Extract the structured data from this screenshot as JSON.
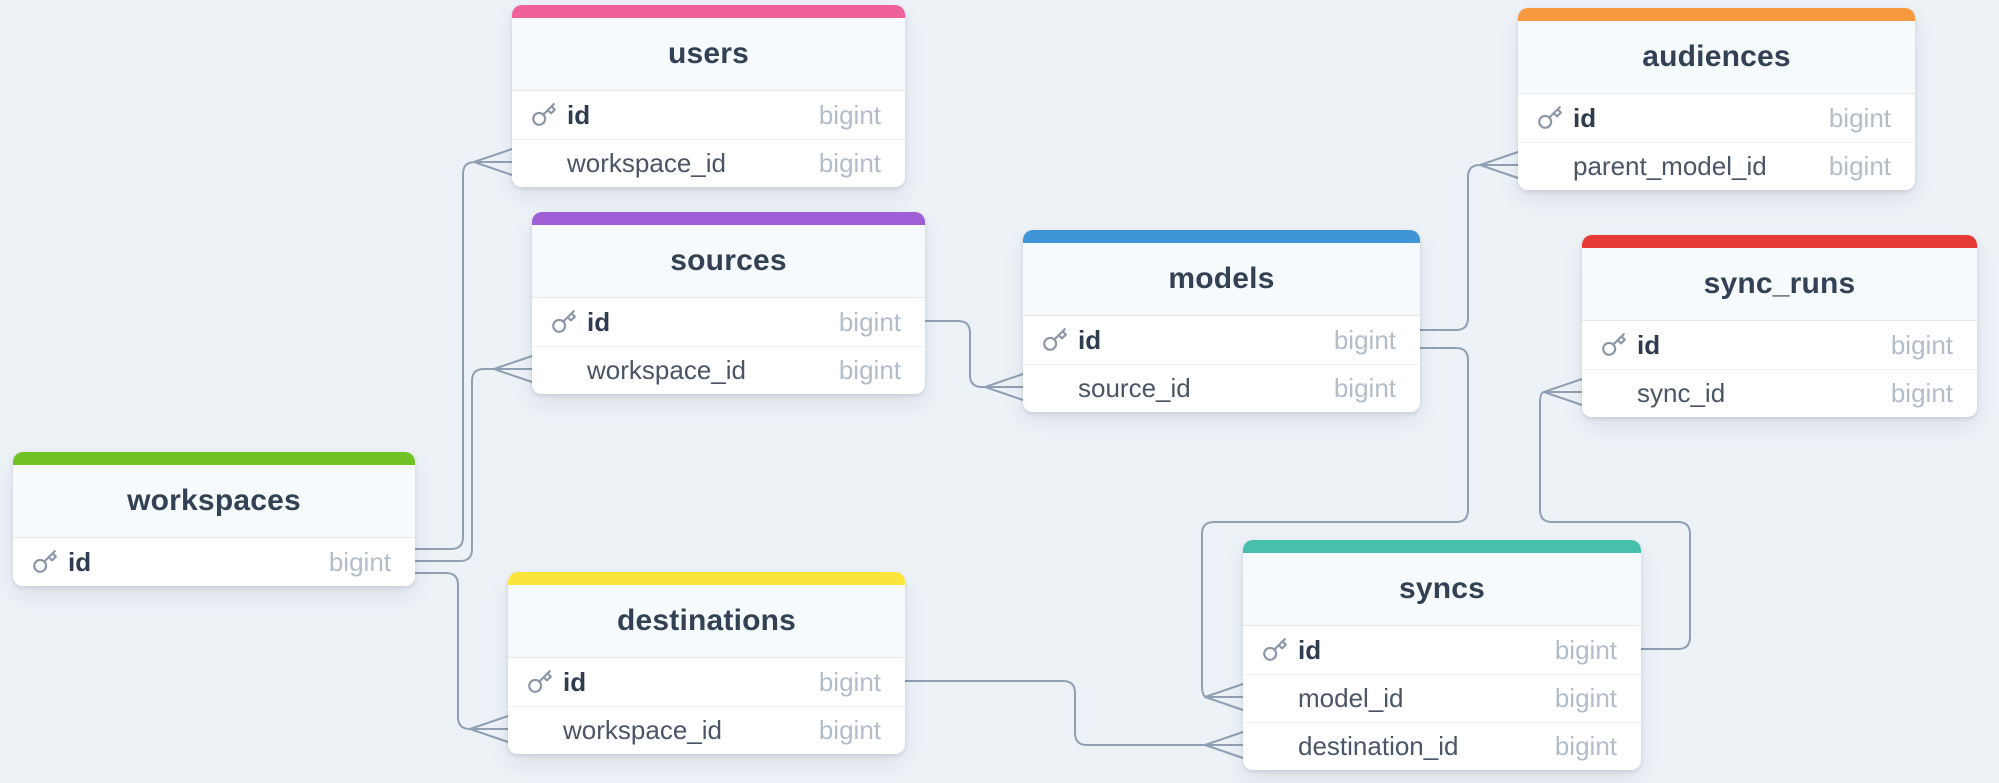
{
  "diagram": {
    "kind": "entity-relationship-diagram",
    "background_color": "#edf2f7",
    "edge_color": "#90a0b4",
    "column_type_label": "bigint"
  },
  "tables": [
    {
      "key": "users",
      "title": "users",
      "accent_color": "#f0619a",
      "columns": [
        {
          "name": "id",
          "type": "bigint",
          "primary_key": true
        },
        {
          "name": "workspace_id",
          "type": "bigint",
          "primary_key": false
        }
      ]
    },
    {
      "key": "sources",
      "title": "sources",
      "accent_color": "#9d5ed6",
      "columns": [
        {
          "name": "id",
          "type": "bigint",
          "primary_key": true
        },
        {
          "name": "workspace_id",
          "type": "bigint",
          "primary_key": false
        }
      ]
    },
    {
      "key": "models",
      "title": "models",
      "accent_color": "#3e96d6",
      "columns": [
        {
          "name": "id",
          "type": "bigint",
          "primary_key": true
        },
        {
          "name": "source_id",
          "type": "bigint",
          "primary_key": false
        }
      ]
    },
    {
      "key": "audiences",
      "title": "audiences",
      "accent_color": "#f6993e",
      "columns": [
        {
          "name": "id",
          "type": "bigint",
          "primary_key": true
        },
        {
          "name": "parent_model_id",
          "type": "bigint",
          "primary_key": false
        }
      ]
    },
    {
      "key": "sync_runs",
      "title": "sync_runs",
      "accent_color": "#e63a35",
      "columns": [
        {
          "name": "id",
          "type": "bigint",
          "primary_key": true
        },
        {
          "name": "sync_id",
          "type": "bigint",
          "primary_key": false
        }
      ]
    },
    {
      "key": "workspaces",
      "title": "workspaces",
      "accent_color": "#70c226",
      "columns": [
        {
          "name": "id",
          "type": "bigint",
          "primary_key": true
        }
      ]
    },
    {
      "key": "destinations",
      "title": "destinations",
      "accent_color": "#fae53d",
      "columns": [
        {
          "name": "id",
          "type": "bigint",
          "primary_key": true
        },
        {
          "name": "workspace_id",
          "type": "bigint",
          "primary_key": false
        }
      ]
    },
    {
      "key": "syncs",
      "title": "syncs",
      "accent_color": "#46bfad",
      "columns": [
        {
          "name": "id",
          "type": "bigint",
          "primary_key": true
        },
        {
          "name": "model_id",
          "type": "bigint",
          "primary_key": false
        },
        {
          "name": "destination_id",
          "type": "bigint",
          "primary_key": false
        }
      ]
    }
  ],
  "relationships": [
    {
      "from": "workspaces.id",
      "to": "users.workspace_id",
      "cardinality": "one-to-many"
    },
    {
      "from": "workspaces.id",
      "to": "sources.workspace_id",
      "cardinality": "one-to-many"
    },
    {
      "from": "workspaces.id",
      "to": "destinations.workspace_id",
      "cardinality": "one-to-many"
    },
    {
      "from": "sources.id",
      "to": "models.source_id",
      "cardinality": "one-to-many"
    },
    {
      "from": "models.id",
      "to": "audiences.parent_model_id",
      "cardinality": "one-to-many"
    },
    {
      "from": "models.id",
      "to": "syncs.model_id",
      "cardinality": "one-to-many"
    },
    {
      "from": "destinations.id",
      "to": "syncs.destination_id",
      "cardinality": "one-to-many"
    },
    {
      "from": "syncs.id",
      "to": "sync_runs.sync_id",
      "cardinality": "one-to-many"
    }
  ]
}
